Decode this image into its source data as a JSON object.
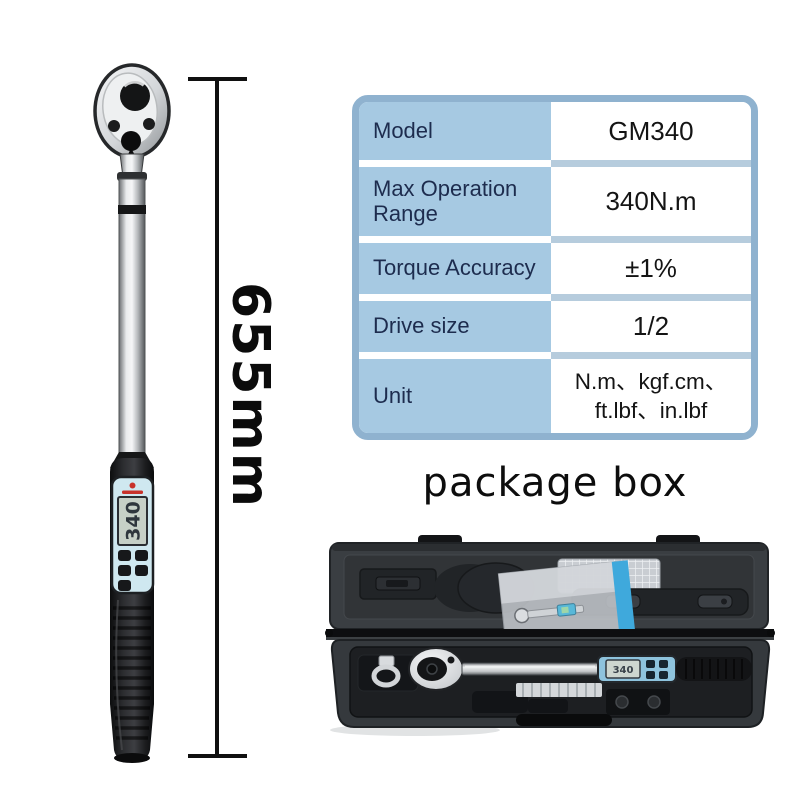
{
  "product": {
    "length_label": "655mm",
    "lcd_value": "340"
  },
  "spec_table": {
    "rows": [
      {
        "label": "Model",
        "value": "GM340"
      },
      {
        "label": "Max Operation Range",
        "value": "340N.m"
      },
      {
        "label": "Torque Accuracy",
        "value": "±1%"
      },
      {
        "label": "Drive size",
        "value": "1/2"
      },
      {
        "label": "Unit",
        "value": "N.m、kgf.cm、ft.lbf、in.lbf"
      }
    ]
  },
  "package": {
    "title": "package box"
  },
  "colors": {
    "table_frame": "#8fb2cf",
    "table_label_bg": "#a6c9e2",
    "table_label_text": "#1d2c4e",
    "table_value_bg": "#ffffff",
    "table_value_text": "#141414",
    "row_divider_left": "#ffffff",
    "row_divider_right": "#b6ccdd",
    "accent_blue": "#3fa9dc",
    "display_panel": "#cfe8f0",
    "brand_red": "#c8322b"
  }
}
